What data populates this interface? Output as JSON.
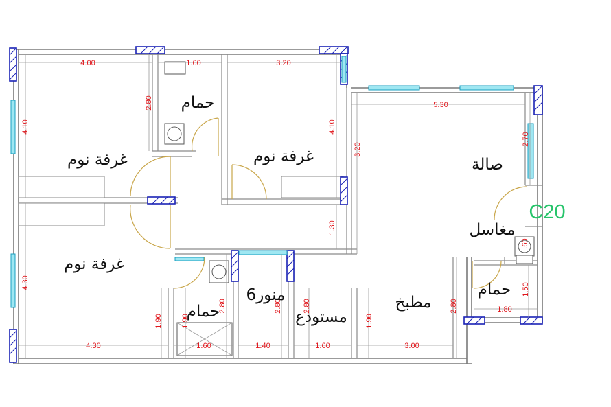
{
  "rooms": {
    "bedroom_top_left": "غرفة نوم",
    "bedroom_middle": "غرفة نوم",
    "bedroom_bottom_left": "غرفة نوم",
    "bath_top": "حمام",
    "bath_bottom": "حمام",
    "bath_right": "حمام",
    "hall": "صالة",
    "laundry": "مغاسل",
    "lightwell": "منور6",
    "storage": "مستودع",
    "kitchen": "مطبخ"
  },
  "unit_code": "C20",
  "dimensions": {
    "d_400": "4.00",
    "d_160_top": "1.60",
    "d_320_top": "3.20",
    "d_530": "5.30",
    "d_410_left": "4.10",
    "d_280_bath": "2.80",
    "d_410_mid": "4.10",
    "d_320_right": "3.20",
    "d_270": "2.70",
    "d_130": "1.30",
    "d_430_left": "4.30",
    "d_190_a": "1.90",
    "d_190_b": "1.90",
    "d_280_b": "2.80",
    "d_280_c": "2.80",
    "d_280_d": "2.80",
    "d_190_c": "1.90",
    "d_280_e": "2.80",
    "d_150": "1.50",
    "d_180": "1.80",
    "d_60": ".60",
    "d_430_bottom": "4.30",
    "d_160_b1": "1.60",
    "d_140": "1.40",
    "d_160_b2": "1.60",
    "d_300": "3.00"
  },
  "colors": {
    "dimension_text": "#e0161b",
    "column": "#1a22b5",
    "window": "#9fe7f2",
    "door": "#c9a64a",
    "unit_code": "#27c46b"
  }
}
